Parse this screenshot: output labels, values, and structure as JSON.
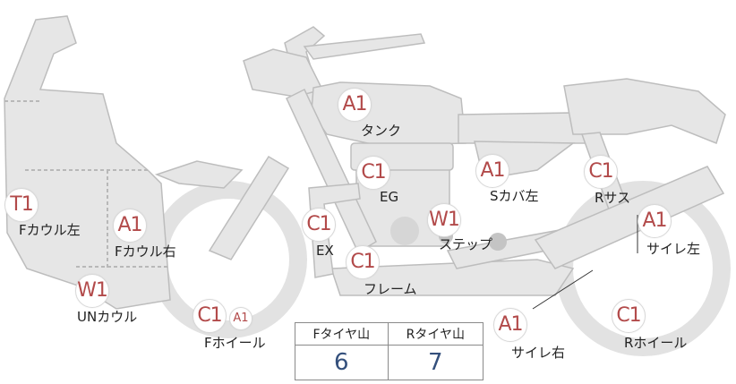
{
  "colors": {
    "body_fill": "#e6e6e6",
    "body_stroke": "#bdbdbd",
    "grade_text": "#b24a4a",
    "tire_value": "#34507c"
  },
  "parts": [
    {
      "key": "tank",
      "grade": "A1",
      "label": "タンク"
    },
    {
      "key": "eg",
      "grade": "C1",
      "label": "EG"
    },
    {
      "key": "s_cover_left",
      "grade": "A1",
      "label": "Sカバ左"
    },
    {
      "key": "r_suspension",
      "grade": "C1",
      "label": "Rサス"
    },
    {
      "key": "f_cowl_left",
      "grade": "T1",
      "label": "Fカウル左"
    },
    {
      "key": "f_cowl_right",
      "grade": "A1",
      "label": "Fカウル右"
    },
    {
      "key": "ex",
      "grade": "C1",
      "label": "EX"
    },
    {
      "key": "step",
      "grade": "W1",
      "label": "ステップ"
    },
    {
      "key": "silencer_left",
      "grade": "A1",
      "label": "サイレ左"
    },
    {
      "key": "frame",
      "grade": "C1",
      "label": "フレーム"
    },
    {
      "key": "un_cowl",
      "grade": "W1",
      "label": "UNカウル"
    },
    {
      "key": "f_wheel",
      "grade": "C1",
      "grade2": "A1",
      "label": "Fホイール"
    },
    {
      "key": "silencer_right",
      "grade": "A1",
      "label": "サイレ右"
    },
    {
      "key": "r_wheel",
      "grade": "C1",
      "label": "Rホイール"
    }
  ],
  "tire_table": {
    "headers": [
      "Fタイヤ山",
      "Rタイヤ山"
    ],
    "values": [
      "6",
      "7"
    ]
  }
}
